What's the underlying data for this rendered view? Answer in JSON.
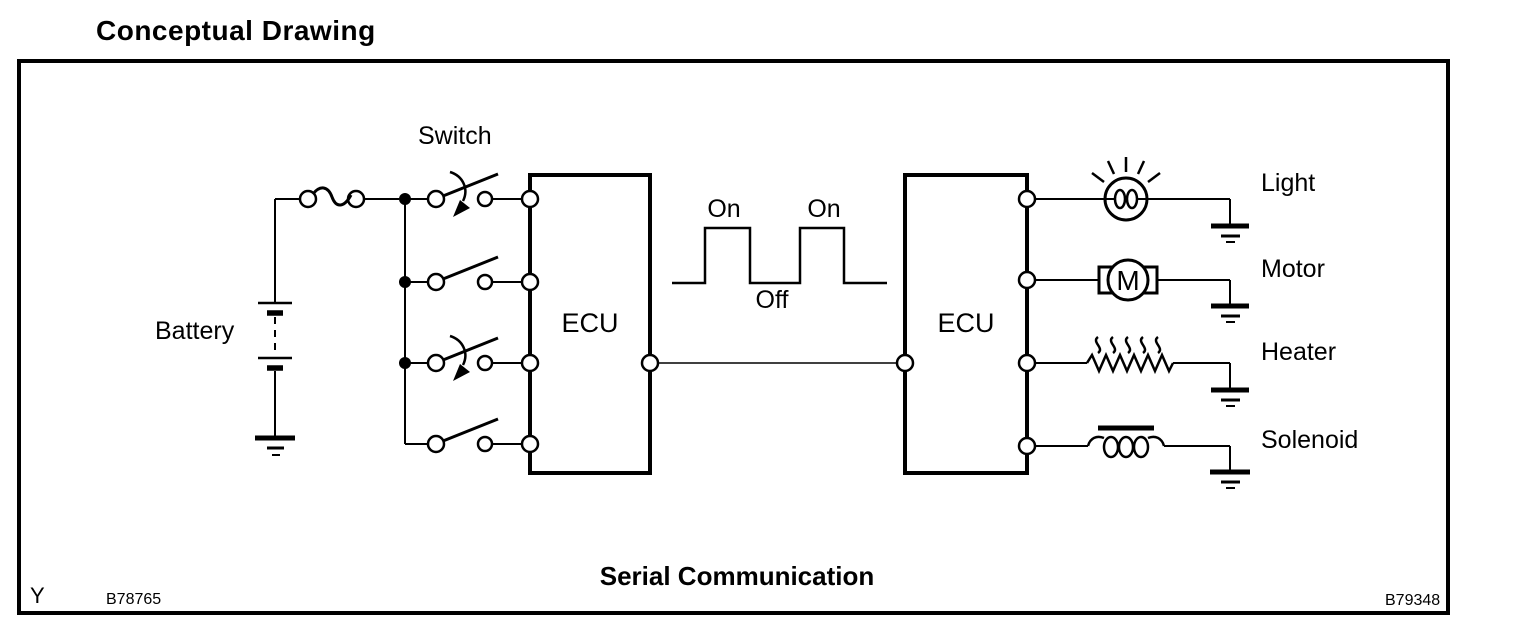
{
  "title": "Conceptual Drawing",
  "frame_caption": "Serial Communication",
  "labels": {
    "battery": "Battery",
    "switch": "Switch",
    "ecu_left": "ECU",
    "ecu_right": "ECU",
    "on_pulse_1": "On",
    "on_pulse_2": "On",
    "off": "Off"
  },
  "loads": [
    {
      "name": "Light"
    },
    {
      "name": "Motor",
      "letter": "M"
    },
    {
      "name": "Heater"
    },
    {
      "name": "Solenoid"
    }
  ],
  "footer": {
    "revision_mark": "Y",
    "figure_code_left": "B78765",
    "figure_code_right": "B79348"
  },
  "symbols": [
    "battery",
    "fuse",
    "momentary-switch",
    "toggle-switch",
    "ecu",
    "square-wave",
    "lamp",
    "motor",
    "heater",
    "solenoid",
    "ground"
  ],
  "colors": {
    "line": "#000000",
    "background": "#ffffff",
    "text": "#000000"
  }
}
